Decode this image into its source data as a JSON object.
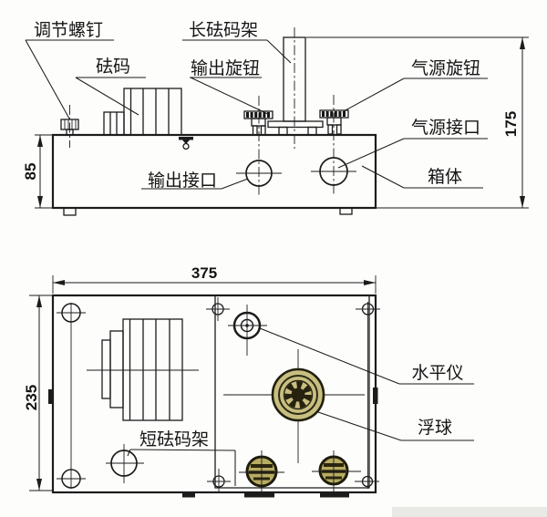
{
  "drawing": {
    "front_view": {
      "labels": {
        "adjust_screw": "调节螺钉",
        "weight": "砝码",
        "long_rack": "长砝码架",
        "output_knob": "输出旋钮",
        "air_knob": "气源旋钮",
        "air_port": "气源接口",
        "box_body": "箱体",
        "output_port": "输出接口"
      },
      "dimensions": {
        "box_height": "85",
        "total_height": "175"
      }
    },
    "top_view": {
      "labels": {
        "level_gauge": "水平仪",
        "float_ball": "浮球",
        "short_rack": "短砝码架"
      },
      "dimensions": {
        "width": "375",
        "depth": "235"
      }
    },
    "colors": {
      "line": "#1c1c1c",
      "float_fill": "#c8be80",
      "knob_fill": "#b7ac62",
      "olive_dark": "#26220f"
    }
  }
}
